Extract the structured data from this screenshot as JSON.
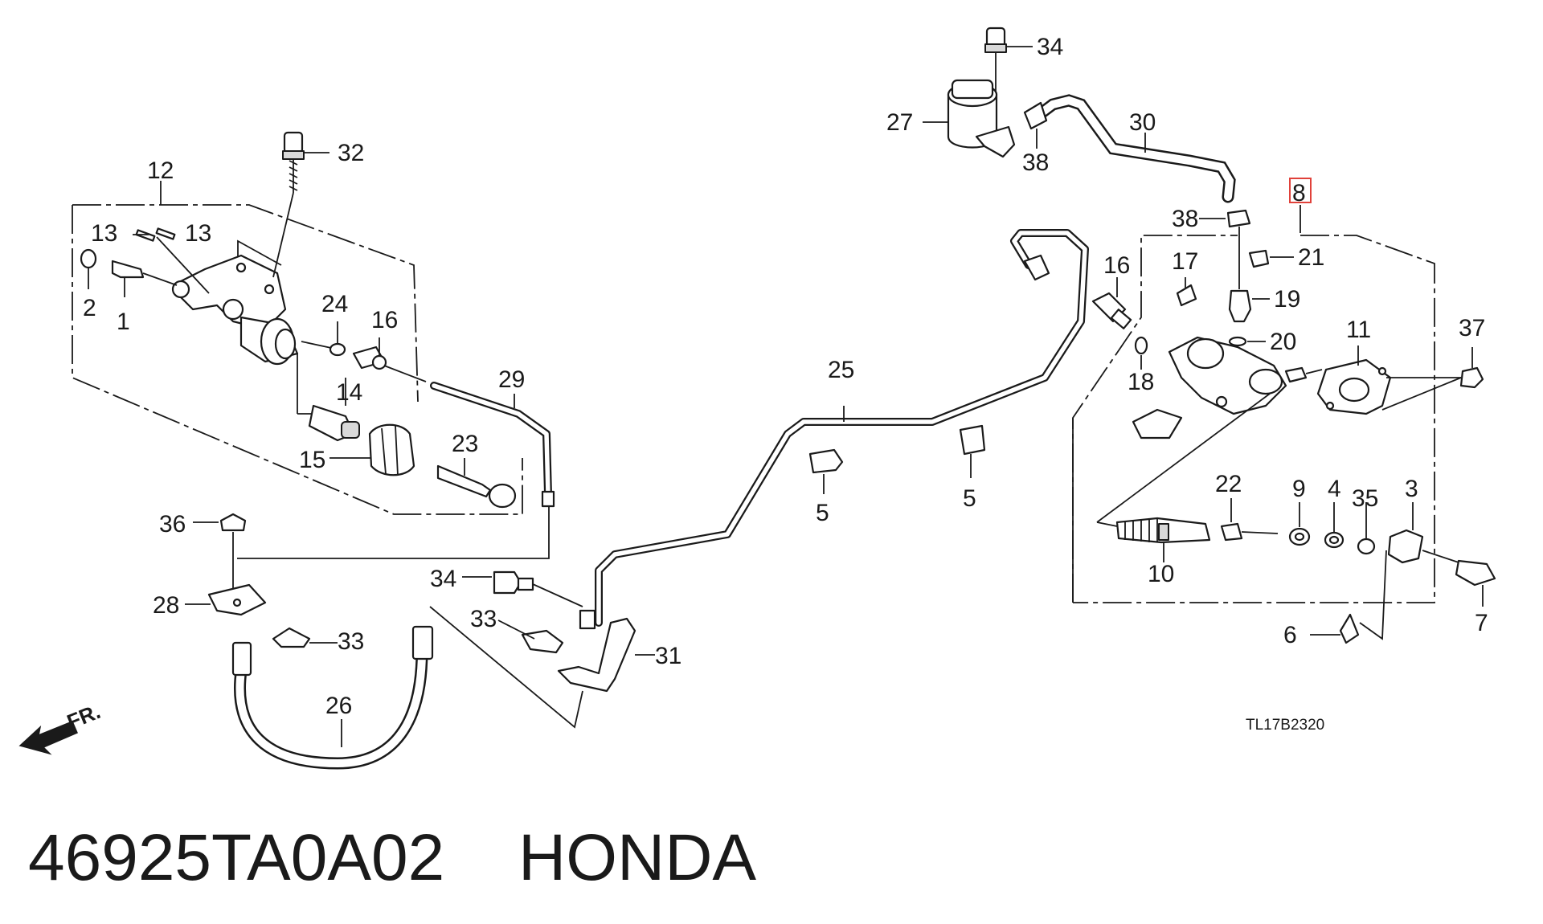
{
  "diagram_code": "TL17B2320",
  "part_number": "46925TA0A02",
  "brand": "HONDA",
  "direction_label": "FR.",
  "highlighted_callout": "8",
  "highlight_color": "#e0413a",
  "callouts": {
    "c1": "1",
    "c2": "2",
    "c3": "3",
    "c4": "4",
    "c5a": "5",
    "c5b": "5",
    "c6": "6",
    "c7": "7",
    "c8": "8",
    "c9": "9",
    "c10": "10",
    "c11": "11",
    "c12": "12",
    "c13a": "13",
    "c13b": "13",
    "c14": "14",
    "c15": "15",
    "c16a": "16",
    "c16b": "16",
    "c17": "17",
    "c18": "18",
    "c19": "19",
    "c20": "20",
    "c21": "21",
    "c22": "22",
    "c23": "23",
    "c24": "24",
    "c25": "25",
    "c26": "26",
    "c27": "27",
    "c28": "28",
    "c29": "29",
    "c30": "30",
    "c31": "31",
    "c32": "32",
    "c33a": "33",
    "c33b": "33",
    "c34a": "34",
    "c34b": "34",
    "c35": "35",
    "c36": "36",
    "c37": "37",
    "c38a": "38",
    "c38b": "38"
  }
}
